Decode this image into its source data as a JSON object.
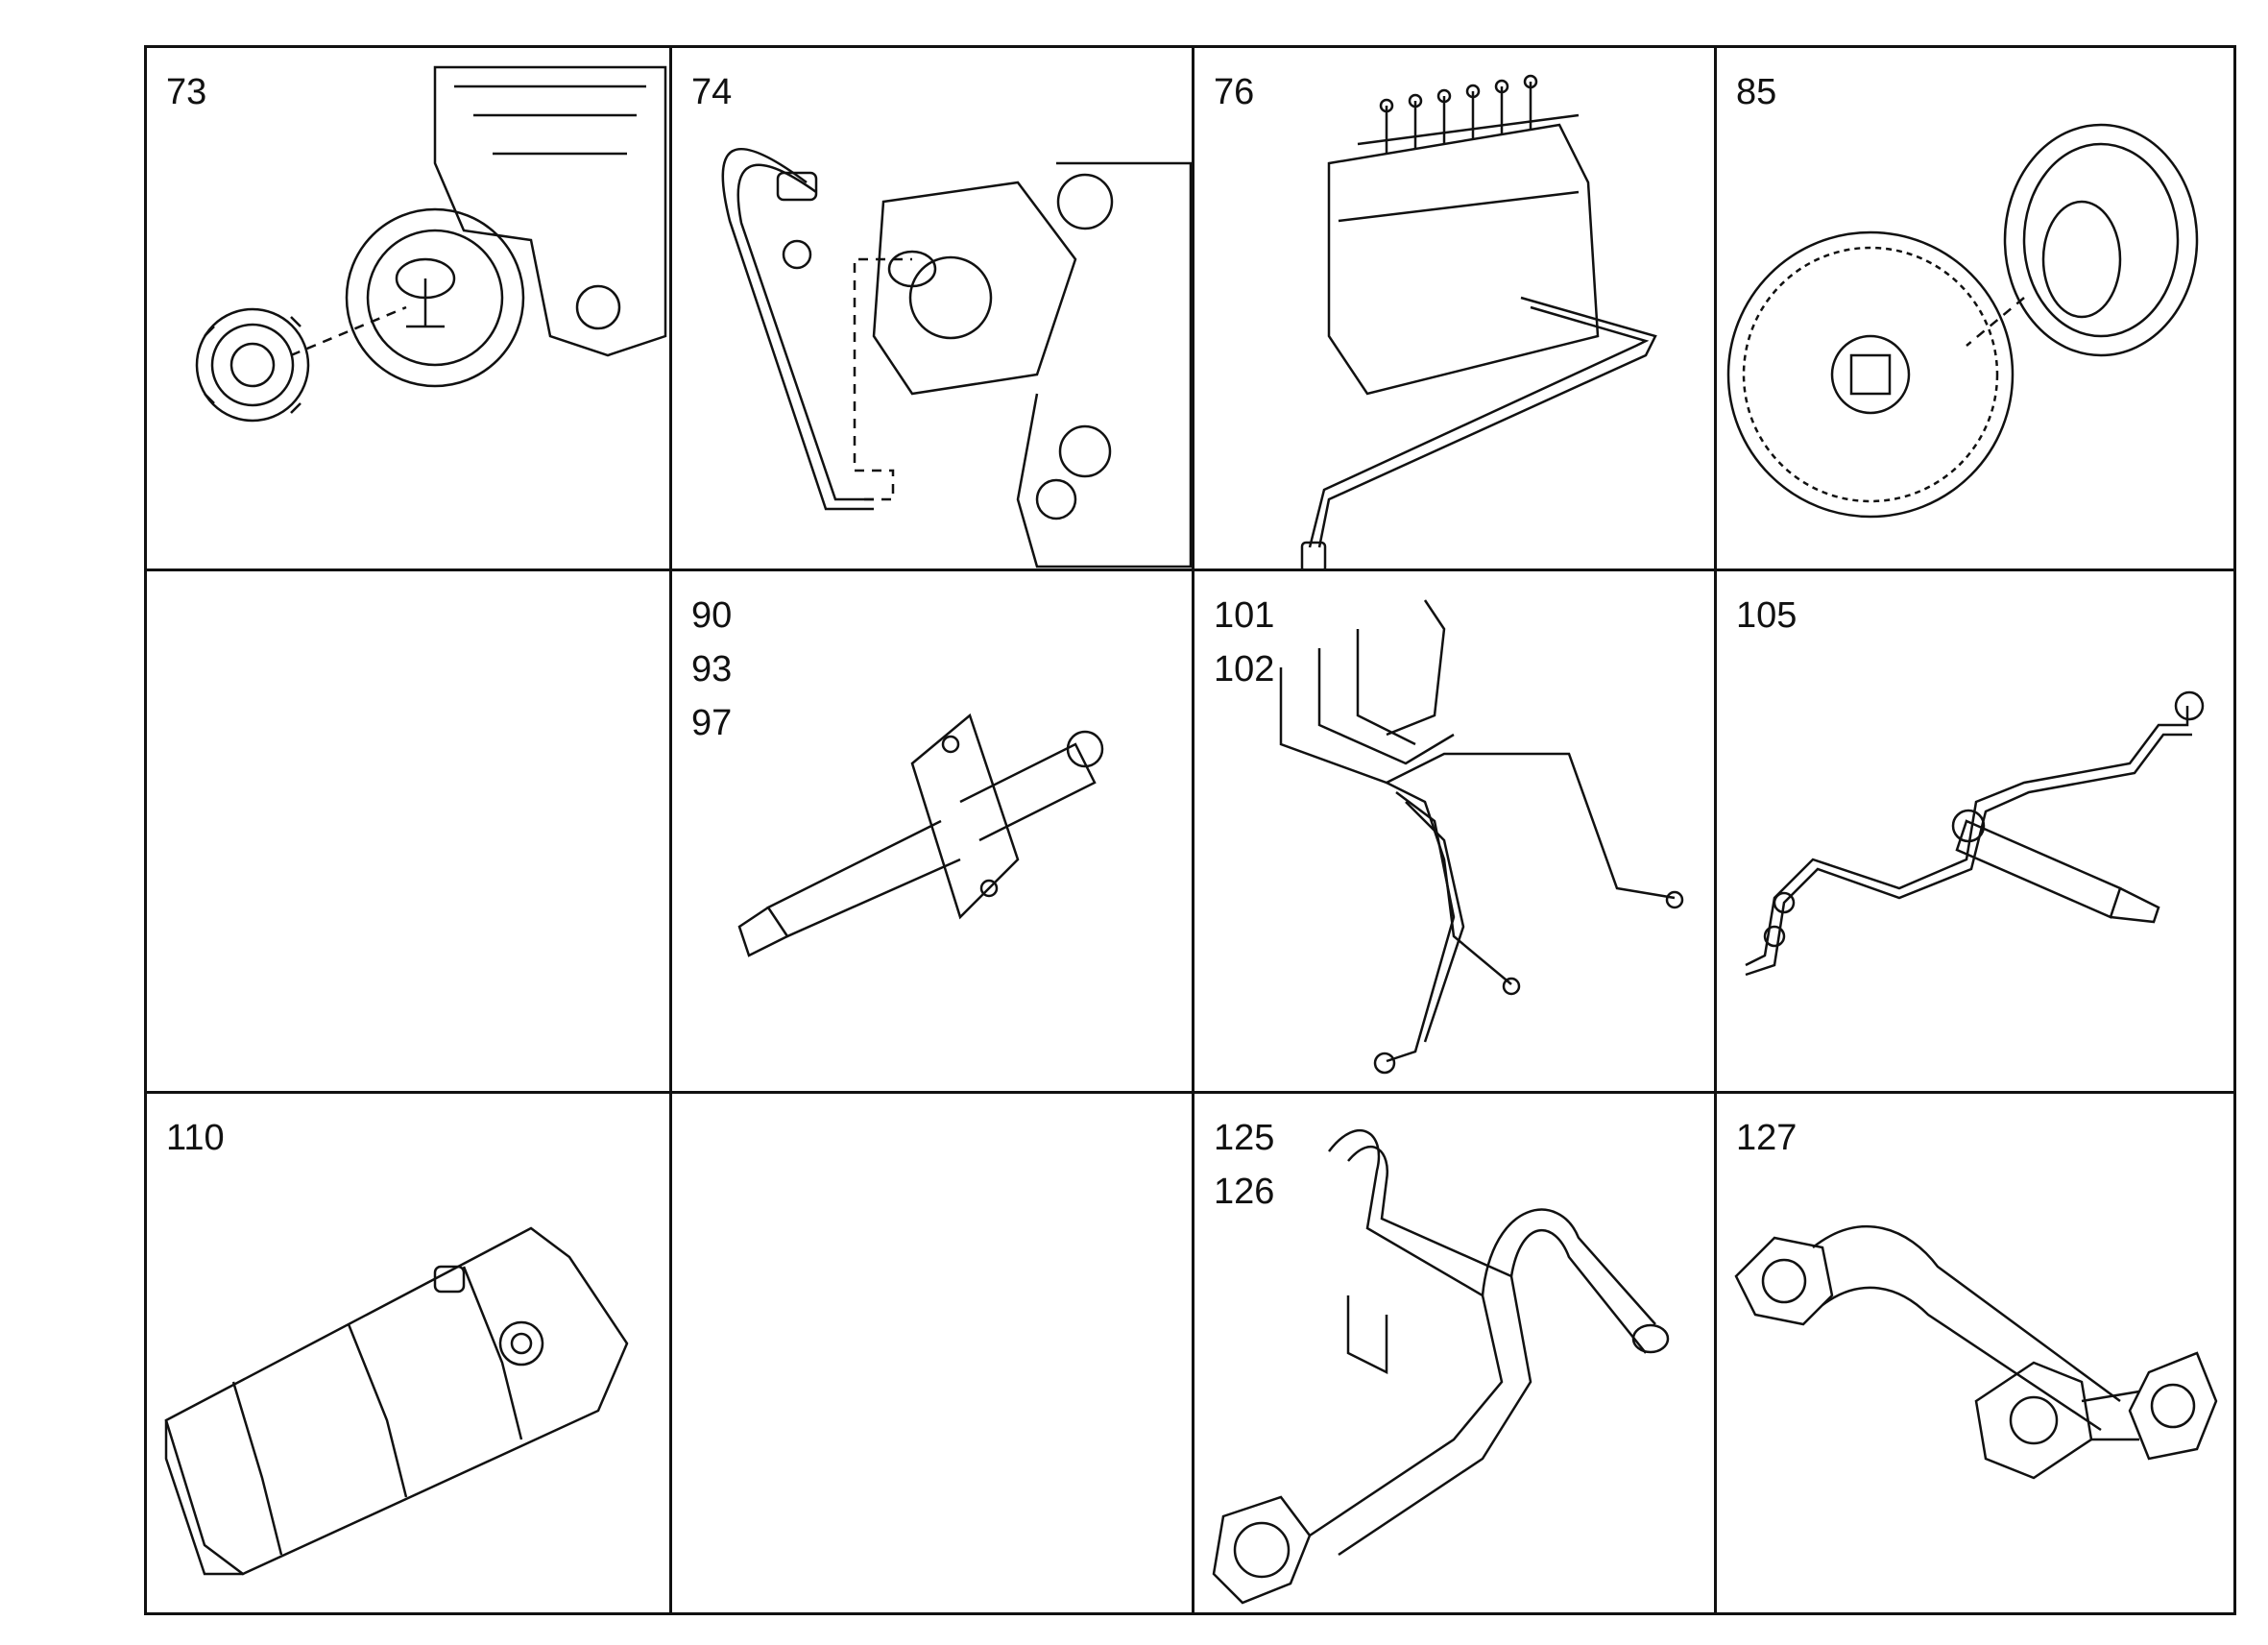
{
  "diagram": {
    "cells": [
      {
        "id": "r1c1",
        "labels": [
          "73"
        ],
        "part": "pump-drive-gear"
      },
      {
        "id": "r1c2",
        "labels": [
          "74"
        ],
        "part": "pump-pipe-assembly"
      },
      {
        "id": "r1c3",
        "labels": [
          "76"
        ],
        "part": "injection-pump-line"
      },
      {
        "id": "r1c4",
        "labels": [
          "85"
        ],
        "part": "timing-gear-coupling"
      },
      {
        "id": "r2c1",
        "labels": [],
        "part": "empty"
      },
      {
        "id": "r2c2",
        "labels": [
          "90",
          "93",
          "97"
        ],
        "part": "injector-nozzle"
      },
      {
        "id": "r2c3",
        "labels": [
          "101",
          "102"
        ],
        "part": "injection-lines-set"
      },
      {
        "id": "r2c4",
        "labels": [
          "105"
        ],
        "part": "injector-with-line"
      },
      {
        "id": "r3c1",
        "labels": [
          "110"
        ],
        "part": "manifold-cover"
      },
      {
        "id": "r3c2",
        "labels": [],
        "part": "empty"
      },
      {
        "id": "r3c3",
        "labels": [
          "125",
          "126"
        ],
        "part": "exhaust-pipe-bend"
      },
      {
        "id": "r3c4",
        "labels": [
          "127"
        ],
        "part": "exhaust-pipe-flanged"
      }
    ]
  }
}
